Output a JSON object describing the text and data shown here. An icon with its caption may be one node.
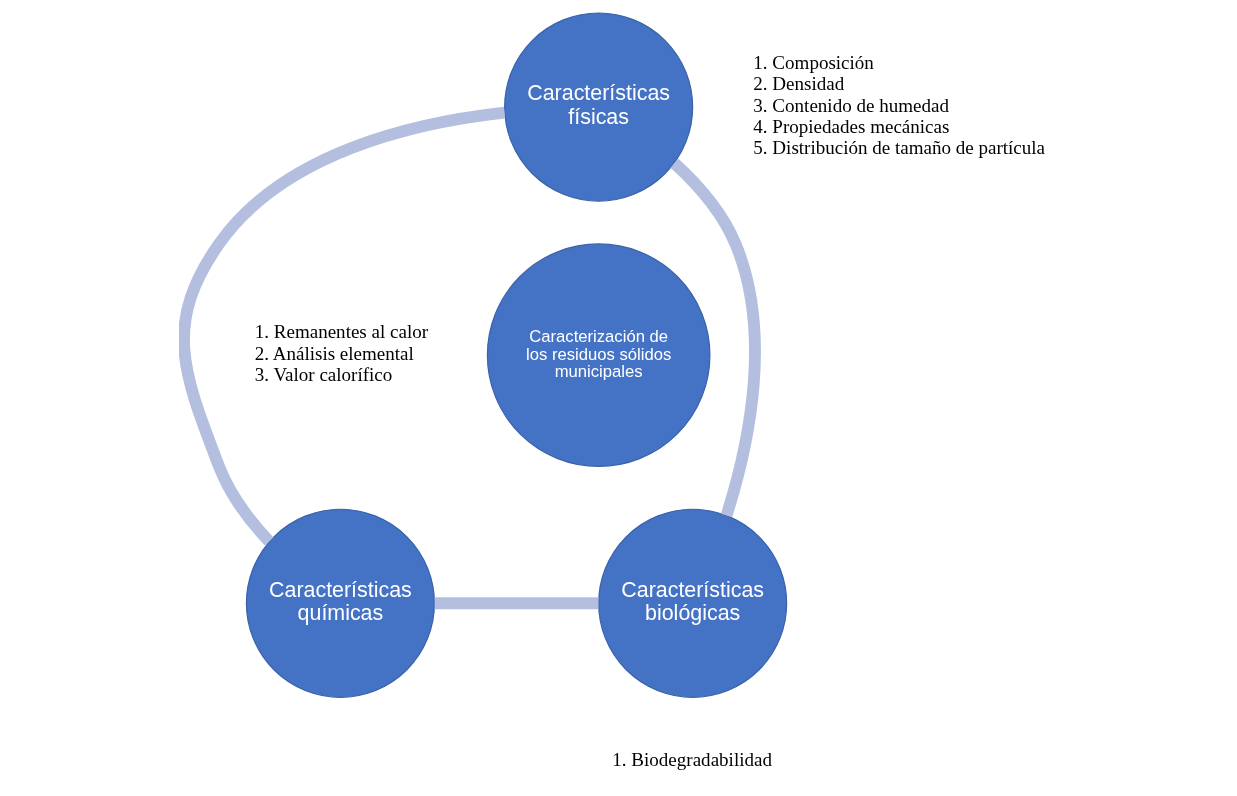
{
  "diagram": {
    "nodes": [
      {
        "text": [
          "Características físicas"
        ],
        "beside": [
          "1. Composición",
          "2. Densidad",
          "3. Contenido de humedad",
          "4. Propiedades mecánicas",
          "5. Distribución de tamaño de partícula"
        ]
      },
      {
        "text": [
          "Caracterización de los residuos sólidos municipales"
        ]
      },
      {
        "text": [
          "Características químicas"
        ],
        "beside": [
          "1. Remanentes al calor",
          "2. Análisis elemental",
          "3. Valor calorífico"
        ]
      },
      {
        "text": [
          "Características biológicas"
        ],
        "beside": [
          "1. Biodegradabilidad"
        ]
      }
    ],
    "edges": [
      {
        "from": 0,
        "to": 3,
        "arrow": "none"
      },
      {
        "from": 3,
        "to": 2,
        "arrow": "none"
      },
      {
        "from": 2,
        "to": 0,
        "arrow": "none"
      }
    ]
  }
}
